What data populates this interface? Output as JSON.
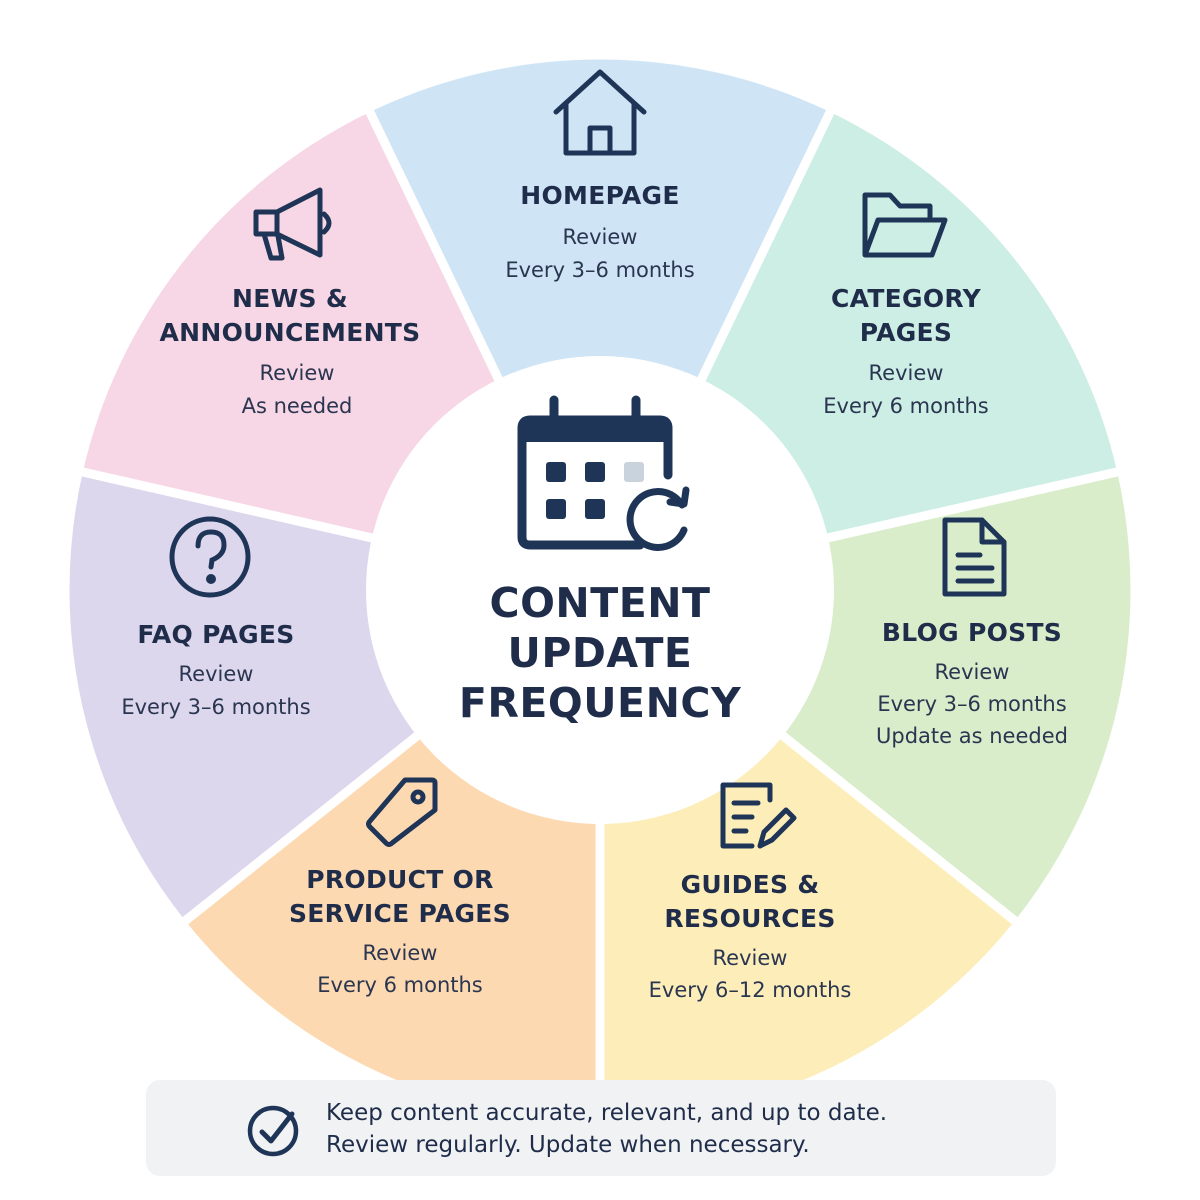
{
  "center": {
    "title": "CONTENT\nUPDATE\nFREQUENCY",
    "icon": "calendar-refresh-icon"
  },
  "segments": [
    {
      "title": "HOMEPAGE",
      "review_label": "Review",
      "frequency": "Every 3–6 months",
      "icon": "home-icon",
      "color": "#cfe5f6"
    },
    {
      "title": "CATEGORY\nPAGES",
      "review_label": "Review",
      "frequency": "Every 6 months",
      "icon": "folder-icon",
      "color": "#cdeee4"
    },
    {
      "title": "BLOG POSTS",
      "review_label": "Review",
      "frequency": "Every 3–6 months\nUpdate as needed",
      "icon": "document-icon",
      "color": "#d9edcb"
    },
    {
      "title": "GUIDES &\nRESOURCES",
      "review_label": "Review",
      "frequency": "Every 6–12 months",
      "icon": "edit-document-icon",
      "color": "#fcedb9"
    },
    {
      "title": "PRODUCT OR\nSERVICE PAGES",
      "review_label": "Review",
      "frequency": "Every 6 months",
      "icon": "tag-icon",
      "color": "#fdd9b2"
    },
    {
      "title": "FAQ PAGES",
      "review_label": "Review",
      "frequency": "Every 3–6 months",
      "icon": "question-icon",
      "color": "#ddd7ee"
    },
    {
      "title": "NEWS &\nANNOUNCEMENTS",
      "review_label": "Review",
      "frequency": "As needed",
      "icon": "megaphone-icon",
      "color": "#f7d7e5"
    }
  ],
  "footer": {
    "line1": "Keep content accurate, relevant, and up to date.",
    "line2": "Review regularly. Update when necessary.",
    "icon": "check-circle-icon"
  }
}
